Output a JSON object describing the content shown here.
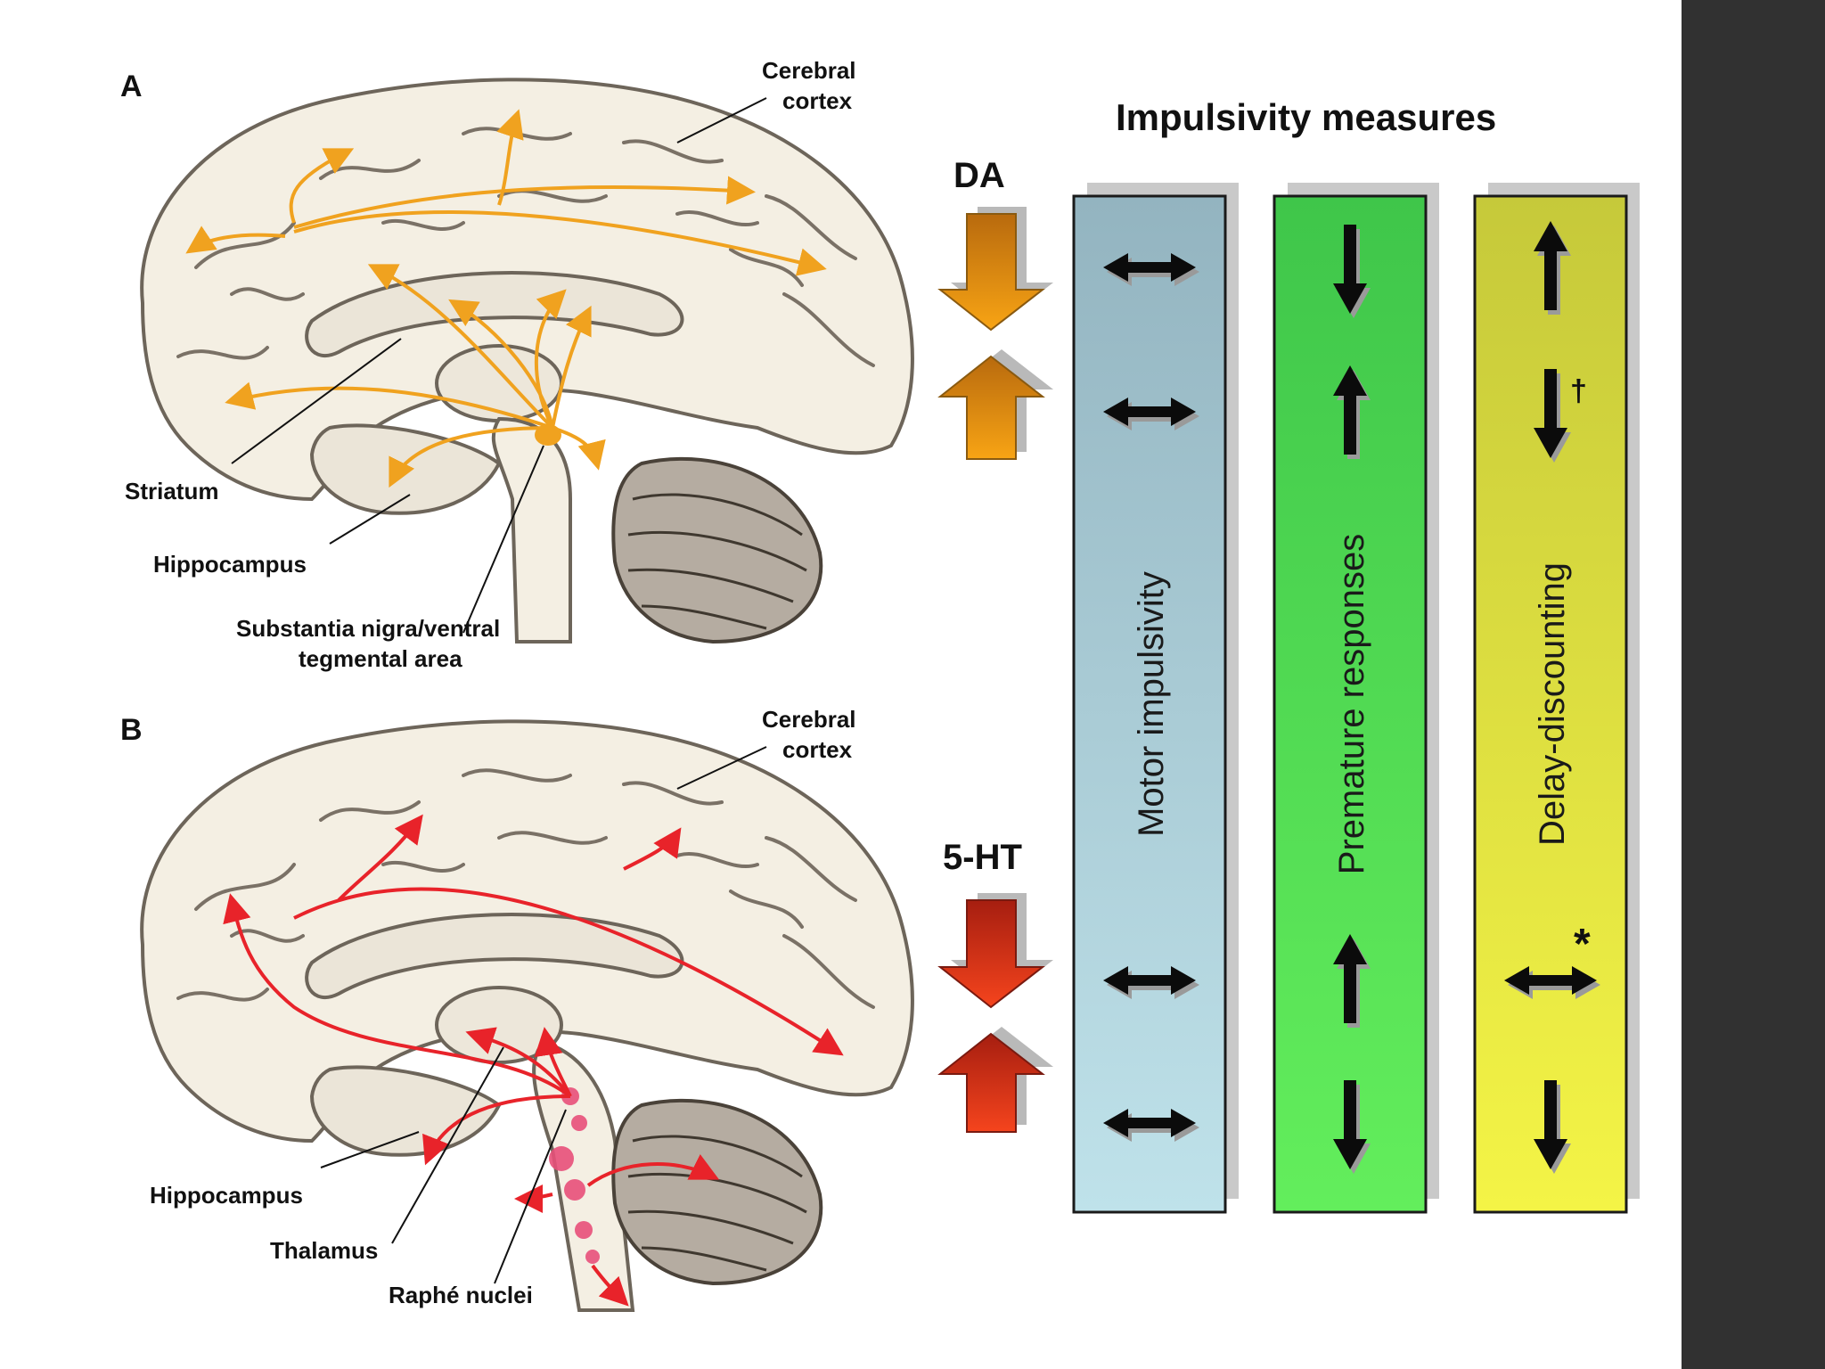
{
  "panel_a": {
    "letter": "A",
    "labels": {
      "cerebral_cortex_1": "Cerebral",
      "cerebral_cortex_2": "cortex",
      "striatum": "Striatum",
      "hippocampus": "Hippocampus",
      "substantia_1": "Substantia nigra/ventral",
      "substantia_2": "tegmental area"
    },
    "pathway_color": "#f0a21f"
  },
  "panel_b": {
    "letter": "B",
    "labels": {
      "cerebral_cortex_1": "Cerebral",
      "cerebral_cortex_2": "cortex",
      "hippocampus": "Hippocampus",
      "thalamus": "Thalamus",
      "raphe": "Raphé nuclei"
    },
    "pathway_color": "#e8232a"
  },
  "measures": {
    "title": "Impulsivity measures",
    "transmitters": [
      {
        "label": "DA",
        "color": "#f39a12"
      },
      {
        "label": "5-HT",
        "color": "#e8351a"
      }
    ],
    "columns": [
      {
        "label": "Motor impulsivity",
        "color_top": "#93b4c0",
        "color_bottom": "#bfe2ea",
        "effects": [
          "both",
          "both",
          "both",
          "both"
        ]
      },
      {
        "label": "Premature responses",
        "color_top": "#3fc64a",
        "color_bottom": "#63ee5c",
        "effects": [
          "down",
          "up",
          "up",
          "down"
        ]
      },
      {
        "label": "Delay-discounting",
        "color_top": "#c6c93a",
        "color_bottom": "#f4f446",
        "effects": [
          "up",
          "down",
          "both",
          "down"
        ]
      }
    ],
    "rows": [
      "DA decrease",
      "DA increase",
      "5-HT decrease",
      "5-HT increase"
    ],
    "footnotes": {
      "dagger": "†",
      "asterisk": "*"
    }
  }
}
